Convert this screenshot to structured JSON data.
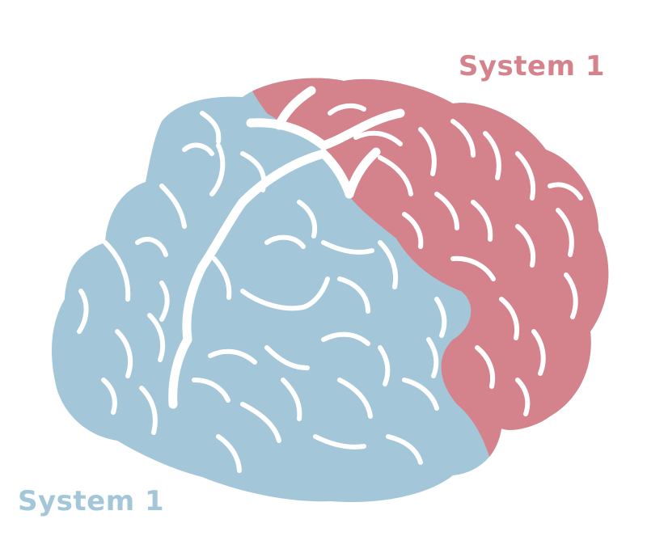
{
  "labels": {
    "right": "System 1",
    "left": "System 1"
  },
  "colors": {
    "blue_region": "#a3c7d9",
    "pink_region": "#d4838c",
    "background": "#ffffff"
  },
  "icon": "brain-illustration"
}
